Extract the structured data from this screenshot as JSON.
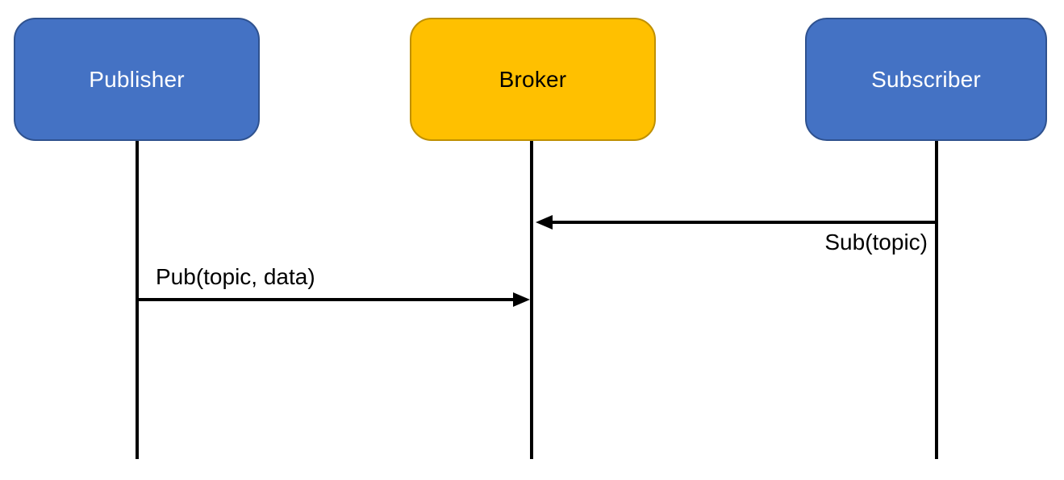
{
  "diagram": {
    "type": "sequence-diagram",
    "actors": [
      {
        "label": "Publisher",
        "fill": "#4472C4",
        "border_color": "#2F528F",
        "text_color": "#FFFFFF"
      },
      {
        "label": "Broker",
        "fill": "#FFC000",
        "border_color": "#BF9000",
        "text_color": "#000000"
      },
      {
        "label": "Subscriber",
        "fill": "#4472C4",
        "border_color": "#2F528F",
        "text_color": "#FFFFFF"
      }
    ],
    "messages": [
      {
        "label": "Sub(topic)",
        "from": "Subscriber",
        "to": "Broker",
        "direction": "left"
      },
      {
        "label": "Pub(topic, data)",
        "from": "Publisher",
        "to": "Broker",
        "direction": "right"
      }
    ],
    "lifeline_color": "#000000",
    "background_color": "#FFFFFF"
  }
}
